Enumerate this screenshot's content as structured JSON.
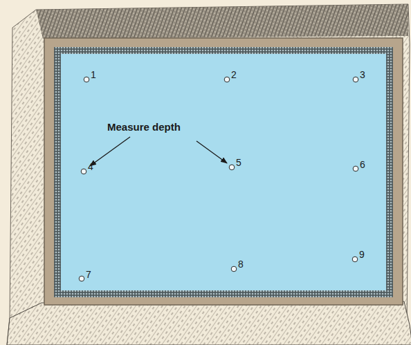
{
  "diagram": {
    "labels": [
      "1",
      "2",
      "3",
      "4",
      "5",
      "6",
      "7",
      "8",
      "9",
      "Measure depth"
    ]
  }
}
